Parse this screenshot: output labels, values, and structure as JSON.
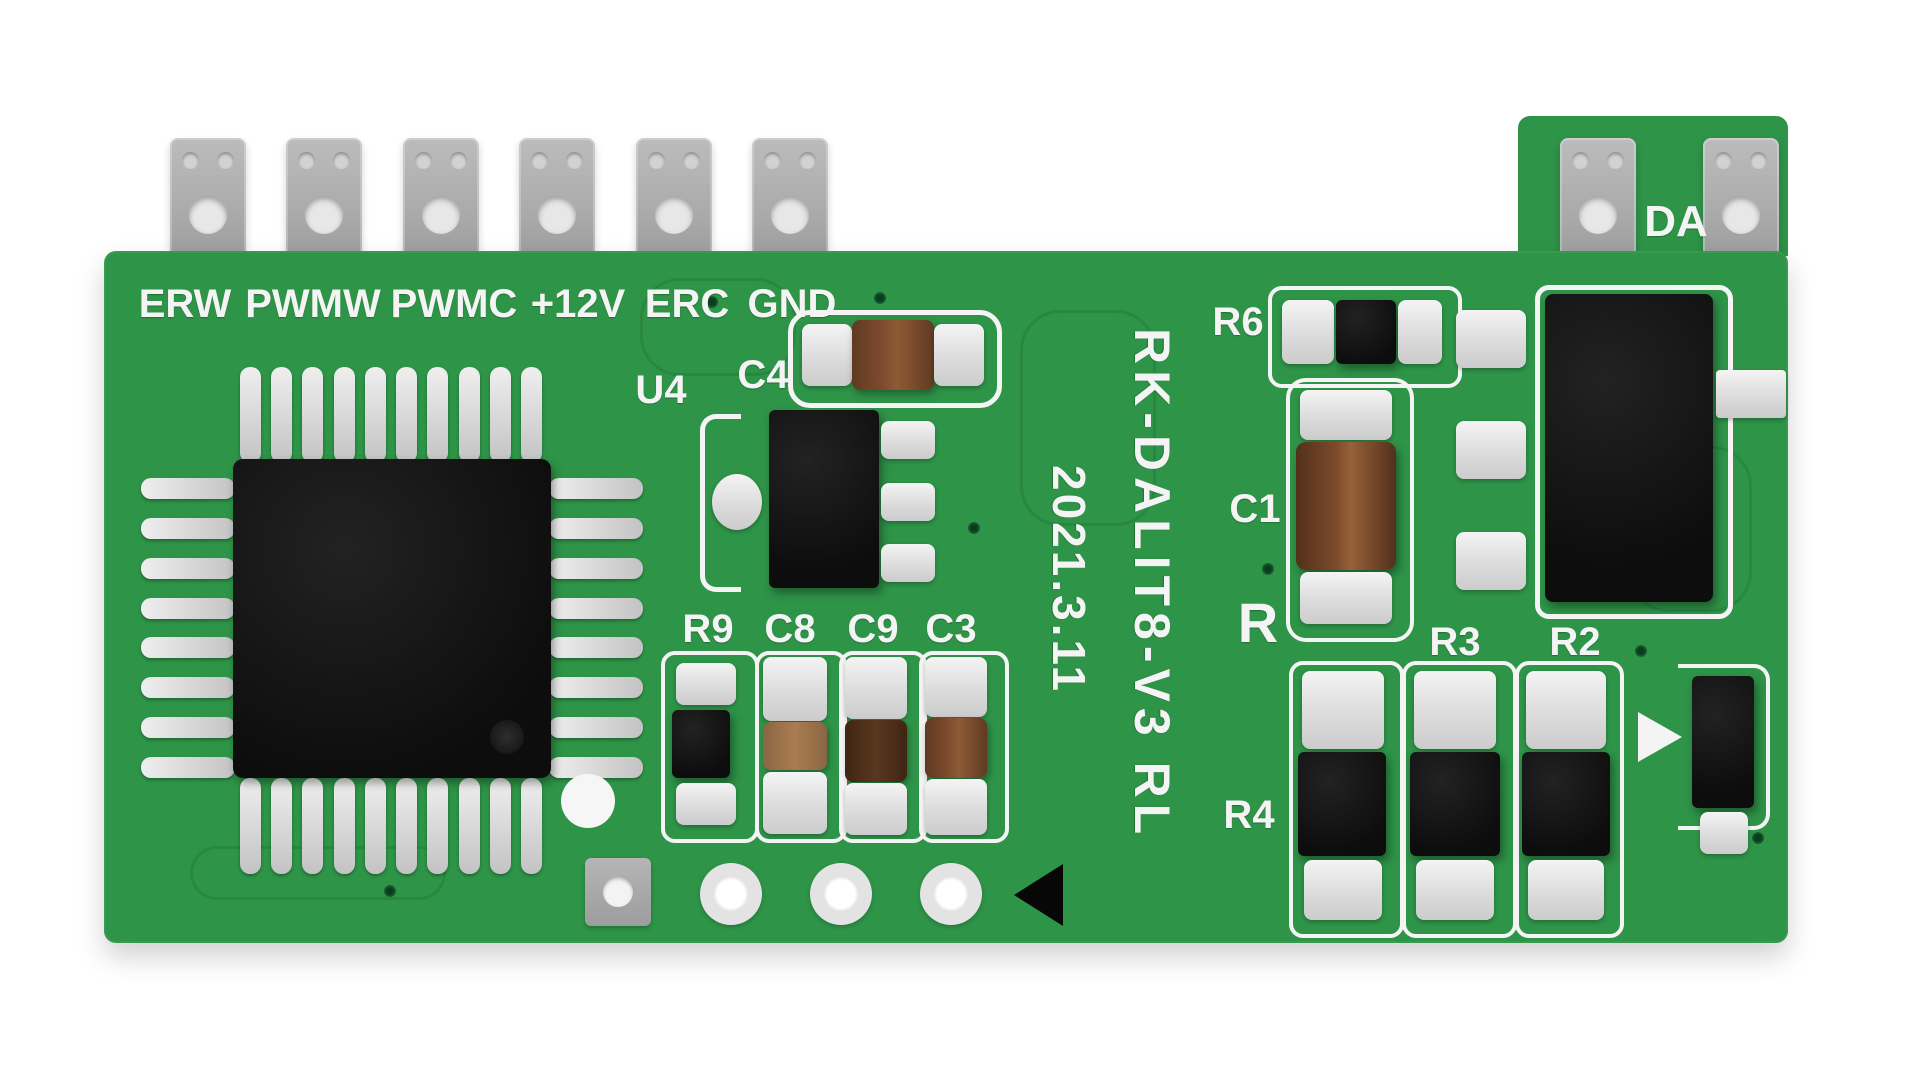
{
  "pcb": {
    "vertical_title": "RK-DALIT8-V3 RL",
    "vertical_date": "2021.3.11",
    "da": "DA",
    "terminals_left": [
      "ERW",
      "PWMW",
      "PWMC",
      "+12V",
      "ERC",
      "GND"
    ],
    "refdes": {
      "u4": "U4",
      "c4": "C4",
      "r9": "R9",
      "c8": "C8",
      "c9": "C9",
      "c3": "C3",
      "r6": "R6",
      "c1": "C1",
      "r": "R",
      "r3": "R3",
      "r2": "R2",
      "r4": "R4"
    },
    "colors": {
      "board_green": "#2e9448",
      "silkscreen": "#f4f4f4",
      "terminal_gray": "#a9a9a9",
      "component_black": "#0d0d0d",
      "cap_brown": "#7c4a2c",
      "cap_dark_brown": "#5a371f",
      "cap_tan": "#a97c50"
    }
  }
}
